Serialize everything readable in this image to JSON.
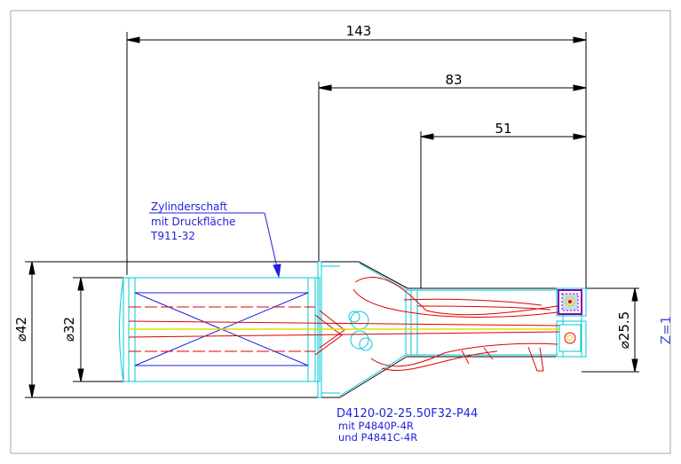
{
  "dimensions": {
    "overall_length": "143",
    "body_length": "83",
    "cutting_length": "51",
    "shank_outer_diameter": "⌀42",
    "shank_diameter": "⌀32",
    "drill_diameter": "⌀25.5"
  },
  "shank_note": {
    "line1": "Zylinderschaft",
    "line2": "mit Druckfläche",
    "line3": "T911-32"
  },
  "part_number": "D4120-02-25.50F32-P44",
  "inserts": {
    "line1": "mit P4840P-4R",
    "line2": "und P4841C-4R"
  },
  "teeth": "Z=1",
  "colors": {
    "frame": "#999999",
    "dimension": "#000000",
    "contour": "#00c8d8",
    "note": "#1f1fe0",
    "coolant": "#e00000",
    "centerline": "#e0e000",
    "insert": "#8800aa"
  }
}
